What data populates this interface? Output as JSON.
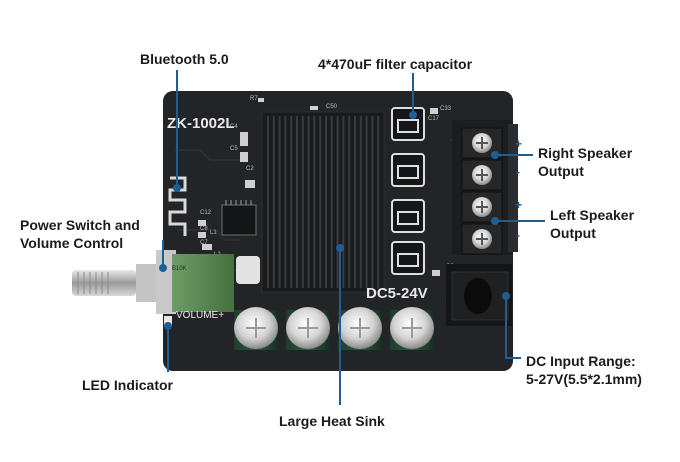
{
  "labels": {
    "bluetooth": "Bluetooth 5.0",
    "capacitor": "4*470uF filter capacitor",
    "right_speaker": "Right Speaker\nOutput",
    "left_speaker": "Left Speaker\nOutput",
    "power_switch": "Power Switch and\nVolume Control",
    "led": "LED Indicator",
    "heat_sink": "Large Heat Sink",
    "dc_input": "DC Input Range:\n5-27V(5.5*2.1mm)"
  },
  "board": {
    "model": "ZK-1002L",
    "power_print": "DC5-24V",
    "volume_print": "VOLUME+",
    "pot_print": "B10K",
    "terminal_plus_1": "+",
    "terminal_minus_1": "-",
    "terminal_plus_2": "+",
    "terminal_minus_2": "-",
    "silk": [
      "R7",
      "C50",
      "C58",
      "C4",
      "C17",
      "C12",
      "C8",
      "C7",
      "L1",
      "L2",
      "C5",
      "C2",
      "C3",
      "C33"
    ]
  },
  "colors": {
    "pcb": "#232427",
    "heatsink": "#1a1b1d",
    "callout": "#1d5f94",
    "potentiometer": "#5f8a57"
  }
}
